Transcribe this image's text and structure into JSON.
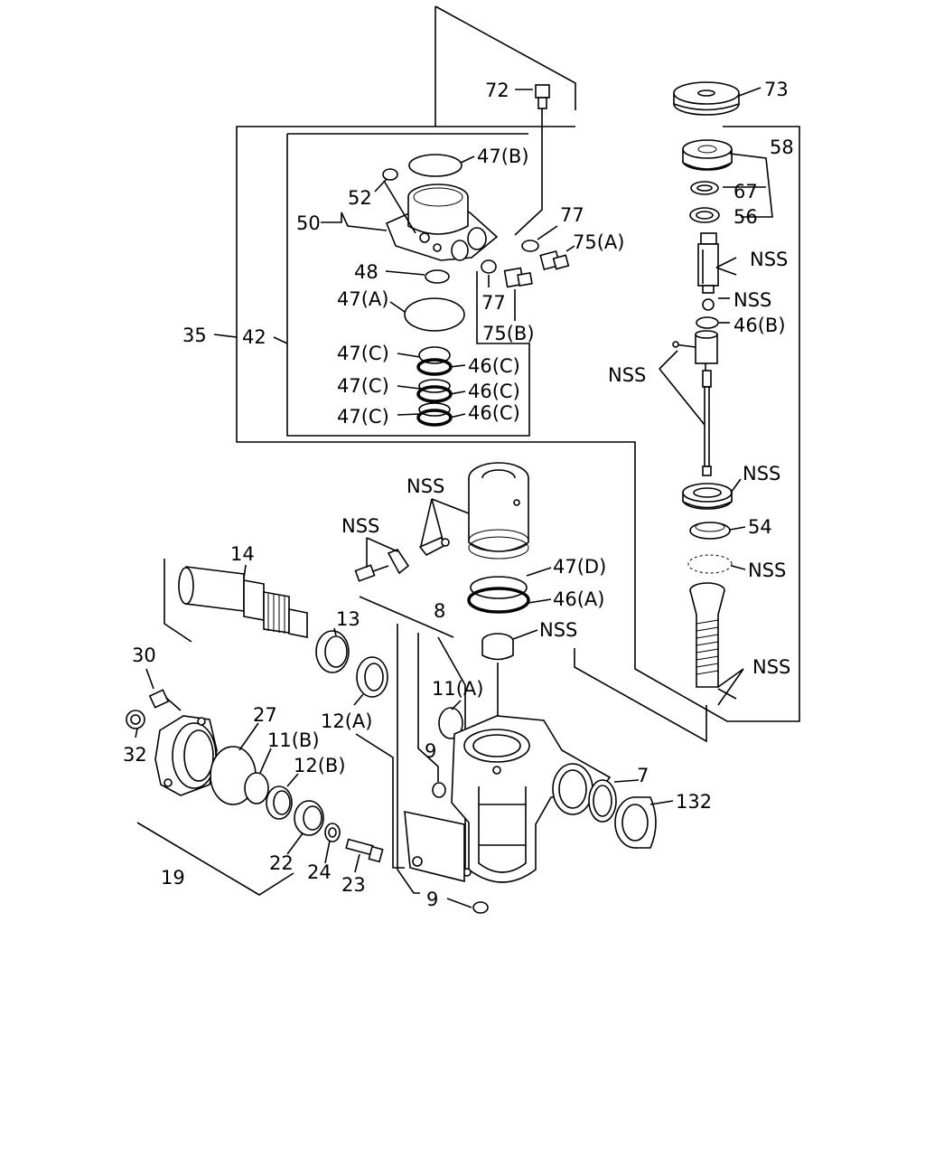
{
  "labels": {
    "l72": "72",
    "l73": "73",
    "l58": "58",
    "l47b": "47(B)",
    "l52": "52",
    "l50": "50",
    "l77a": "77",
    "l75a": "75(A)",
    "l67": "67",
    "l56": "56",
    "l48": "48",
    "l77b": "77",
    "l75b": "75(B)",
    "l47a": "47(A)",
    "nss_shaft": "NSS",
    "nss_ball": "NSS",
    "l46b": "46(B)",
    "l35": "35",
    "l42": "42",
    "l47c1": "47(C)",
    "l46c1": "46(C)",
    "l47c2": "47(C)",
    "l46c2": "46(C)",
    "l47c3": "47(C)",
    "l46c3": "46(C)",
    "nss_pins": "NSS",
    "nss_bearing": "NSS",
    "nss_piston": "NSS",
    "l54": "54",
    "nss_screw": "NSS",
    "nss_balls": "NSS",
    "l14": "14",
    "l47d": "47(D)",
    "l46a": "46(A)",
    "l8": "8",
    "l13": "13",
    "nss_plug": "NSS",
    "nss_worm": "NSS",
    "l11a": "11(A)",
    "l30": "30",
    "l27": "27",
    "l12a": "12(A)",
    "l32": "32",
    "l11b": "11(B)",
    "l12b": "12(B)",
    "l9a": "9",
    "l7": "7",
    "l132": "132",
    "l22": "22",
    "l24": "24",
    "l23": "23",
    "l19": "19",
    "l9b": "9"
  }
}
